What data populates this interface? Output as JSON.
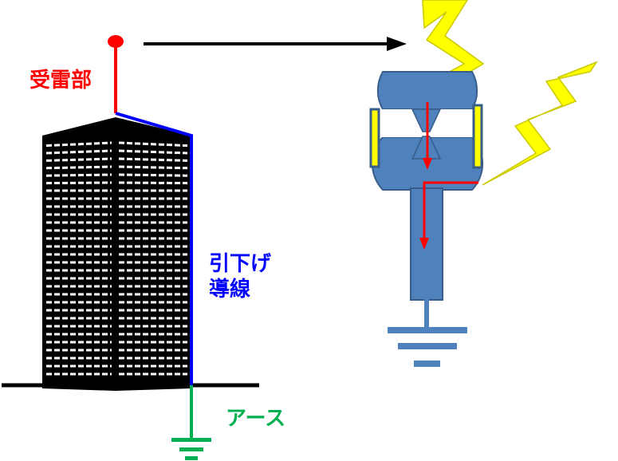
{
  "labels": {
    "receptor": "受雷部",
    "down_conductor_line1": "引下げ",
    "down_conductor_line2": "導線",
    "earth": "アース"
  },
  "colors": {
    "receptor": "#ff0000",
    "down_conductor": "#0000ff",
    "earth": "#00b050",
    "building": "#000000",
    "device_body": "#4f81bd",
    "device_outline": "#385d8a",
    "lightning": "#ffff00",
    "lightning_outline": "#c9c900",
    "current_arrow": "#ff0000",
    "electrode": "#ffff00"
  },
  "icons": {
    "bolt": "lightning-bolt-icon",
    "ground": "ground-symbol-icon",
    "arrow": "right-arrow-icon"
  }
}
